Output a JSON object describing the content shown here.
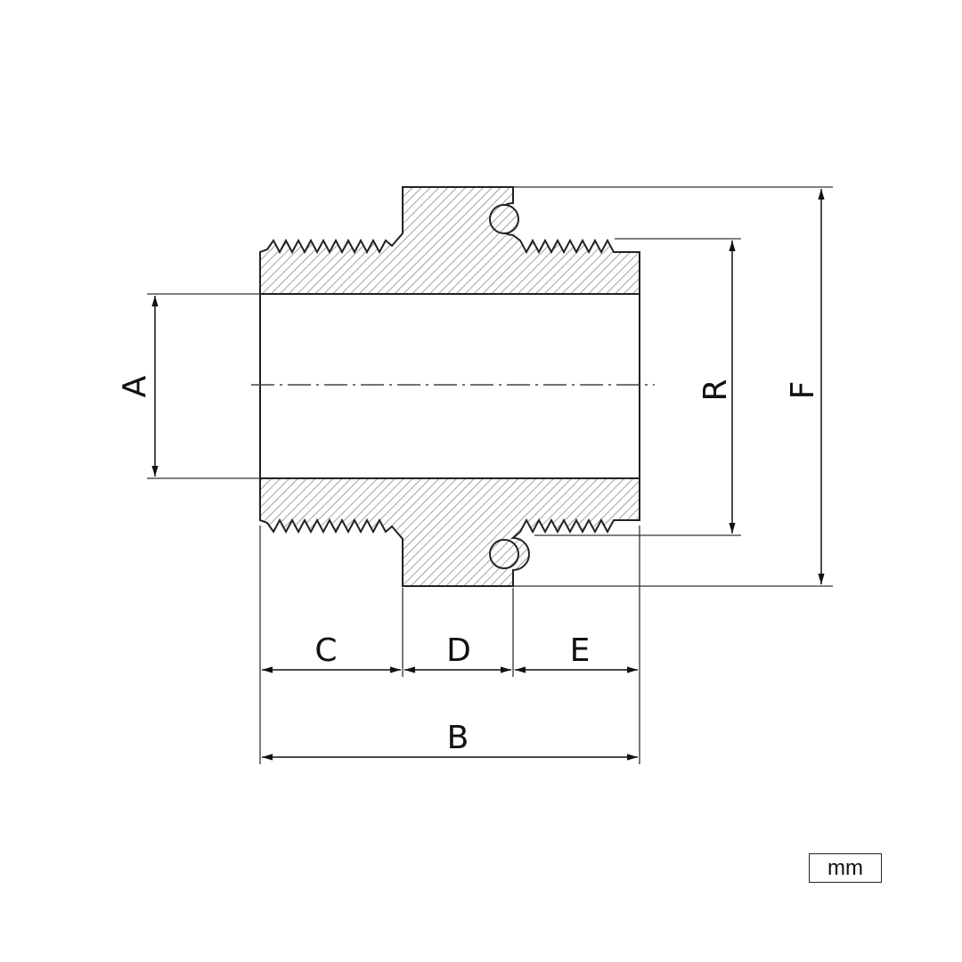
{
  "dimensions": {
    "A": "A",
    "B": "B",
    "C": "C",
    "D": "D",
    "E": "E",
    "F": "F",
    "R": "R"
  },
  "units": "mm",
  "colors": {
    "line": "#222222",
    "hatch": "#8a8a8a",
    "background": "#ffffff"
  }
}
